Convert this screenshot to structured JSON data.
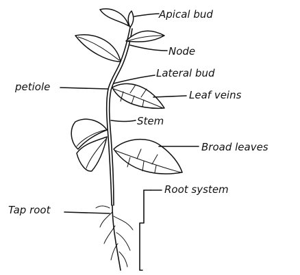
{
  "labels": {
    "apical_bud": "Apical bud",
    "node": "Node",
    "lateral_bud": "Lateral bud",
    "petiole": "petiole",
    "leaf_veins": "Leaf veins",
    "stem": "Stem",
    "broad_leaves": "Broad leaves",
    "root_system": "Root system",
    "tap_root": "Tap root"
  }
}
